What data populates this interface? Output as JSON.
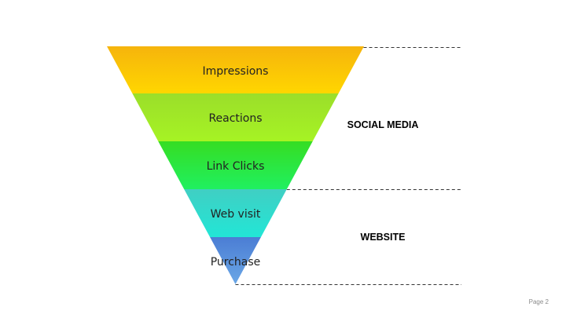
{
  "funnel": {
    "stages": [
      {
        "label": "Impressions",
        "color_top": "#f6b40c",
        "color_bottom": "#ffd600"
      },
      {
        "label": "Reactions",
        "color_top": "#9bde2a",
        "color_bottom": "#a6f324"
      },
      {
        "label": "Link Clicks",
        "color_top": "#36dd22",
        "color_bottom": "#20f060"
      },
      {
        "label": "Web visit",
        "color_top": "#40cfc3",
        "color_bottom": "#22e6d6"
      },
      {
        "label": "Purchase",
        "color_top": "#4b7dd4",
        "color_bottom": "#6aa7e6"
      }
    ]
  },
  "groups": [
    {
      "label": "SOCIAL MEDIA",
      "stages": [
        "Impressions",
        "Reactions",
        "Link Clicks"
      ]
    },
    {
      "label": "WEBSITE",
      "stages": [
        "Web visit",
        "Purchase"
      ]
    }
  ],
  "footer": {
    "page": "Page 2"
  },
  "colors": {
    "divider": "#333333",
    "text": "#222222"
  }
}
